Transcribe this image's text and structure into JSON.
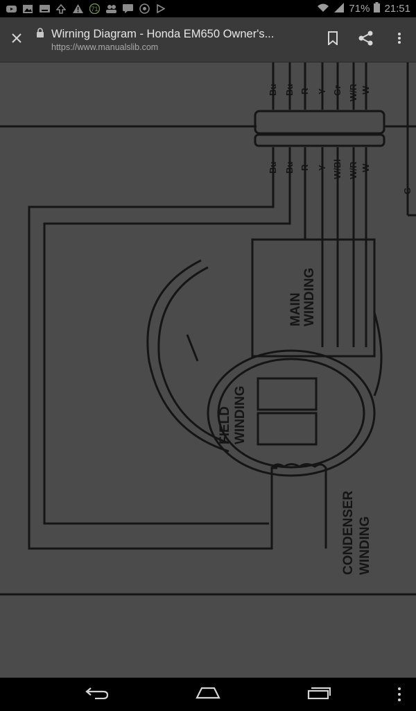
{
  "status_bar": {
    "battery": "71%",
    "time": "21:51",
    "icons": [
      "youtube-icon",
      "image-icon",
      "keyboard-icon",
      "upload-icon",
      "warning-icon",
      "android-icon",
      "people-icon",
      "messages-icon",
      "whatsapp-icon",
      "play-icon",
      "wifi-icon",
      "signal-icon",
      "battery-icon"
    ]
  },
  "toolbar": {
    "title": "Wirning Diagram - Honda EM650 Owner's...",
    "url": "https://www.manualslib.com",
    "icons": [
      "close-icon",
      "lock-icon",
      "bookmark-icon",
      "share-icon",
      "more-vert-icon"
    ]
  },
  "diagram": {
    "top_wire_labels": [
      "Bu",
      "Bu",
      "R",
      "Y",
      "Gr",
      "W/R",
      "W"
    ],
    "bottom_wire_labels": [
      "Bu",
      "Bu",
      "R",
      "Y",
      "W/Bl",
      "W/R",
      "W"
    ],
    "ground_label": "G",
    "main_winding": [
      "MAIN",
      "WINDING"
    ],
    "field_winding": [
      "FIELD",
      "WINDING"
    ],
    "condenser_winding": [
      "CONDENSER",
      "WINDING"
    ]
  },
  "nav_bar": {
    "icons": [
      "back-icon",
      "home-icon",
      "recents-icon",
      "menu-dots-icon"
    ]
  }
}
